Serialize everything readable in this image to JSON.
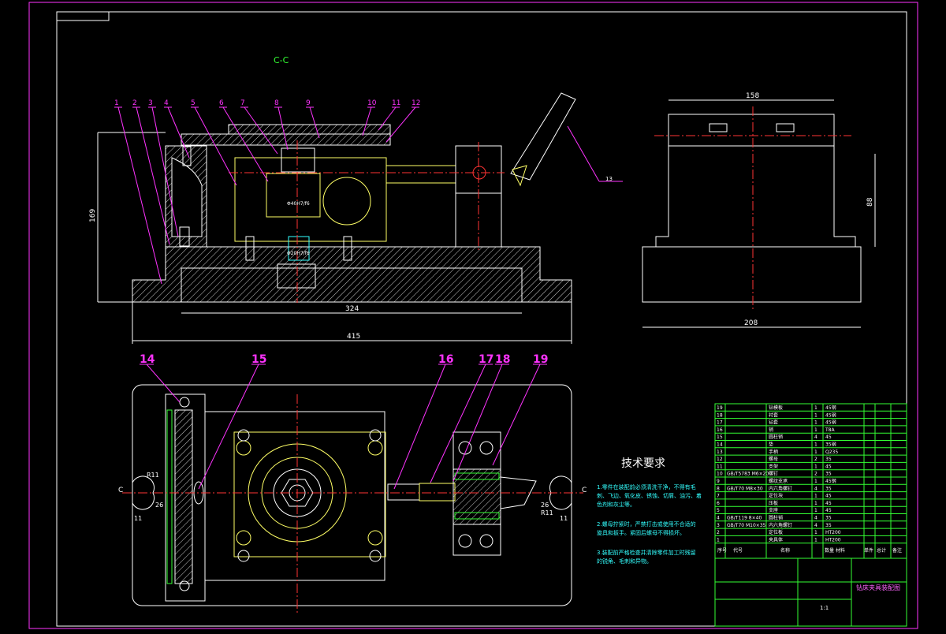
{
  "section_label": "C-C",
  "part_labels_top": [
    "1",
    "2",
    "3",
    "4",
    "5",
    "6",
    "7",
    "8",
    "9",
    "10",
    "11",
    "12"
  ],
  "part_label_13": "13",
  "part_labels_plan": [
    "14",
    "15",
    "16",
    "17",
    "18",
    "19"
  ],
  "dimensions": {
    "height_left": "169",
    "inner_width": "324",
    "overall_width": "415",
    "side_top_width": "158",
    "side_height": "88",
    "side_bottom_width": "208",
    "fit_upper": "Φ40H7/f6",
    "fit_lower": "Φ20H7/f6",
    "r11_left": "R11",
    "r11_right": "R11",
    "d26_left": "26",
    "d26_right": "26",
    "d11_left": "11",
    "d11_right": "11",
    "c_left": "C",
    "c_right": "C"
  },
  "tech_requirements": {
    "title": "技术要求",
    "items": [
      "1.零件在装配前必须清洗干净，不得有毛刺、飞边、氧化皮、锈蚀、切屑、油污、着色剂和灰尘等。",
      "2.螺母拧紧时，严禁打击或使用不合适的旋具和扳手。紧固后螺母不得损坏。",
      "3.装配前严格检查并清除零件加工时残留的锐角、毛刺和异物。"
    ]
  },
  "title_block": {
    "drawing_title": "钻床夹具装配图",
    "footer_headers": [
      "序号",
      "代号",
      "名称",
      "数量",
      "材料",
      "单件",
      "总计",
      "备注"
    ],
    "scale": "1:1"
  },
  "bom_rows": [
    {
      "no": "19",
      "code": "",
      "name": "钻模板",
      "qty": "1",
      "material": "45钢"
    },
    {
      "no": "18",
      "code": "",
      "name": "衬套",
      "qty": "1",
      "material": "45钢"
    },
    {
      "no": "17",
      "code": "",
      "name": "钻套",
      "qty": "1",
      "material": "45钢"
    },
    {
      "no": "16",
      "code": "",
      "name": "销",
      "qty": "1",
      "material": "T8A"
    },
    {
      "no": "15",
      "code": "",
      "name": "圆柱销",
      "qty": "4",
      "material": "45"
    },
    {
      "no": "14",
      "code": "",
      "name": "垫",
      "qty": "1",
      "material": "35钢"
    },
    {
      "no": "13",
      "code": "",
      "name": "手柄",
      "qty": "1",
      "material": "Q235"
    },
    {
      "no": "12",
      "code": "",
      "name": "螺母",
      "qty": "2",
      "material": "35"
    },
    {
      "no": "11",
      "code": "",
      "name": "支架",
      "qty": "1",
      "material": "45"
    },
    {
      "no": "10",
      "code": "GB/T5783 M6×20",
      "name": "螺钉",
      "qty": "2",
      "material": "35"
    },
    {
      "no": "9",
      "code": "",
      "name": "螺纹支承",
      "qty": "1",
      "material": "45钢"
    },
    {
      "no": "8",
      "code": "GB/T70 M8×30",
      "name": "内六角螺钉",
      "qty": "4",
      "material": "35"
    },
    {
      "no": "7",
      "code": "",
      "name": "定位块",
      "qty": "1",
      "material": "45"
    },
    {
      "no": "6",
      "code": "",
      "name": "压板",
      "qty": "1",
      "material": "45"
    },
    {
      "no": "5",
      "code": "",
      "name": "支座",
      "qty": "1",
      "material": "45"
    },
    {
      "no": "4",
      "code": "GB/T119 8×40",
      "name": "圆柱销",
      "qty": "4",
      "material": "35"
    },
    {
      "no": "3",
      "code": "GB/T70 M10×35",
      "name": "内六角螺钉",
      "qty": "4",
      "material": "35"
    },
    {
      "no": "2",
      "code": "",
      "name": "定位板",
      "qty": "1",
      "material": "HT200"
    },
    {
      "no": "1",
      "code": "",
      "name": "夹具体",
      "qty": "1",
      "material": "HT200"
    }
  ]
}
